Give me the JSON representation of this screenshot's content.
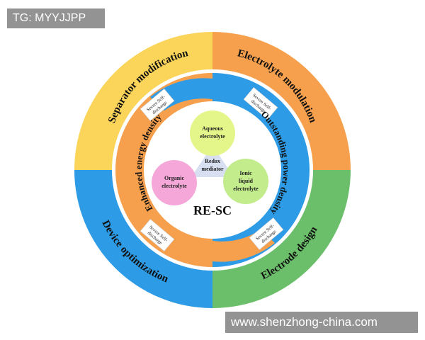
{
  "tag": "TG: MYYJJPP",
  "watermark": "www.shenzhong-china.com",
  "outer_ring": [
    {
      "label": "Separator modification",
      "color": "#fbd55a"
    },
    {
      "label": "Electrolyte modulation",
      "color": "#f6a04d"
    },
    {
      "label": "Electrode design",
      "color": "#6cbf6a"
    },
    {
      "label": "Device optimization",
      "color": "#2d9be6"
    }
  ],
  "inner_ring": {
    "left_label": "Enhanced energy density",
    "right_label": "Outstanding power density",
    "left_color": "#f6a04d",
    "right_color": "#2d9be6"
  },
  "self_discharge_labels": [
    {
      "line1": "Severe Self-",
      "line2": "discharge"
    },
    {
      "line1": "Severe Self-",
      "line2": "discharge"
    },
    {
      "line1": "Severe Self-",
      "line2": "discharge"
    },
    {
      "line1": "Severe Self-",
      "line2": "discharge"
    }
  ],
  "center": {
    "title": "RE-SC",
    "mediator": {
      "line1": "Redox",
      "line2": "mediator",
      "color": "#d7dff0"
    },
    "nodes": [
      {
        "line1": "Aqueous",
        "line2": "electrolyte",
        "line3": "",
        "color": "#e4f58a"
      },
      {
        "line1": "Organic",
        "line2": "electrolyte",
        "line3": "",
        "color": "#f4a7d8"
      },
      {
        "line1": "Ionic",
        "line2": "liquid",
        "line3": "electrolyte",
        "color": "#c3ec8c"
      }
    ]
  }
}
